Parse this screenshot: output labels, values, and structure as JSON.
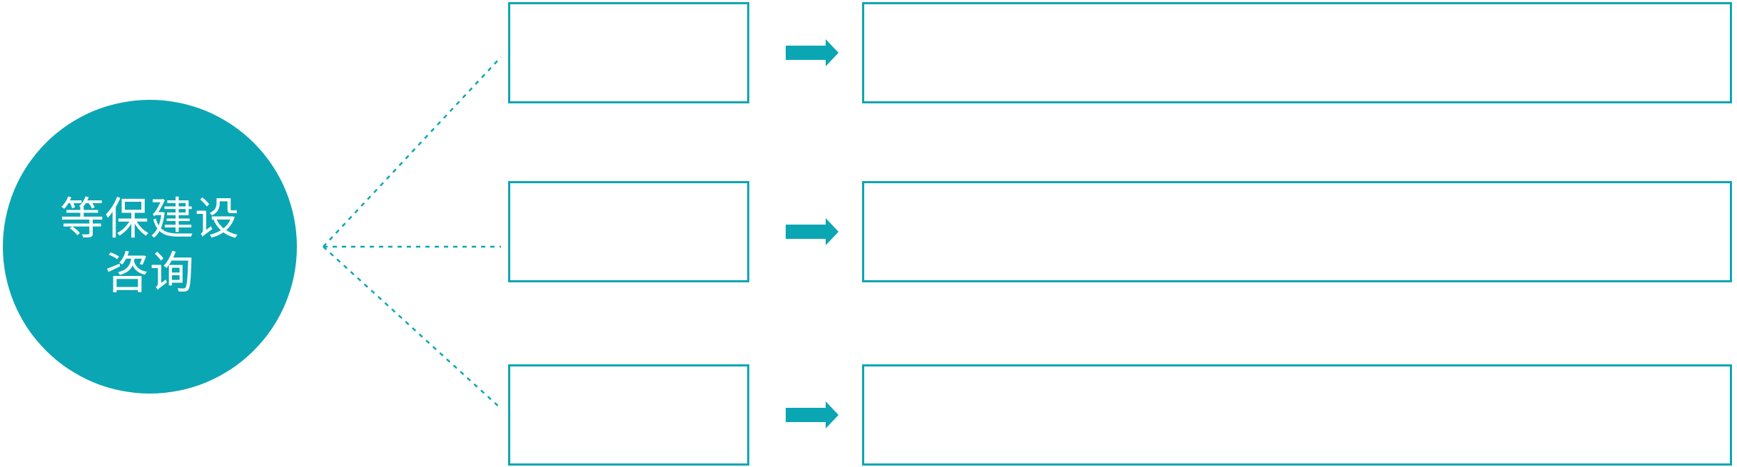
{
  "diagram": {
    "background_color": "#ffffff",
    "accent_color": "#0ba6b3",
    "hub": {
      "label_line1": "等保建设",
      "label_line2": "咨询",
      "text_color": "#ffffff",
      "shape": "circle"
    },
    "rows": [
      {
        "category_text": "",
        "description_text": ""
      },
      {
        "category_text": "",
        "description_text": ""
      },
      {
        "category_text": "",
        "description_text": ""
      }
    ],
    "icons": {
      "arrow": "arrow-right-icon",
      "connector": "dotted-branch-line"
    }
  }
}
